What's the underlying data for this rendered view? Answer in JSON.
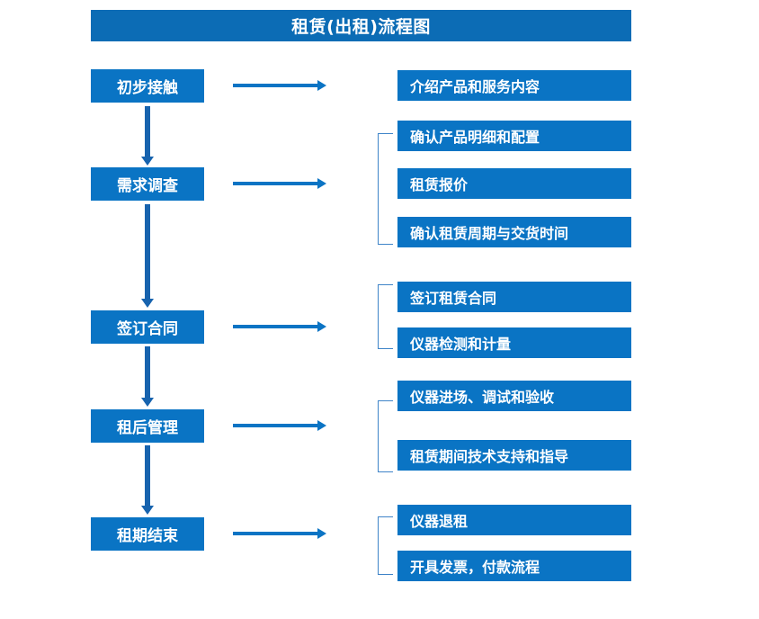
{
  "diagram": {
    "title": "租赁(出租)流程图",
    "colors": {
      "box_blue": "#0a74c4",
      "title_blue": "#0c6cb5",
      "arrow_blue": "#1763ae",
      "h_arrow_blue": "#0b74c4",
      "bracket_blue": "#3f84c8",
      "text_white": "#ffffff"
    },
    "stages": [
      {
        "label": "初步接触"
      },
      {
        "label": "需求调查"
      },
      {
        "label": "签订合同"
      },
      {
        "label": "租后管理"
      },
      {
        "label": "租期结束"
      }
    ],
    "details": [
      {
        "label": "介绍产品和服务内容"
      },
      {
        "label": "确认产品明细和配置"
      },
      {
        "label": "租赁报价"
      },
      {
        "label": "确认租赁周期与交货时间"
      },
      {
        "label": "签订租赁合同"
      },
      {
        "label": "仪器检测和计量"
      },
      {
        "label": "仪器进场、调试和验收"
      },
      {
        "label": "租赁期间技术支持和指导"
      },
      {
        "label": "仪器退租"
      },
      {
        "label": "开具发票，付款流程"
      }
    ]
  }
}
